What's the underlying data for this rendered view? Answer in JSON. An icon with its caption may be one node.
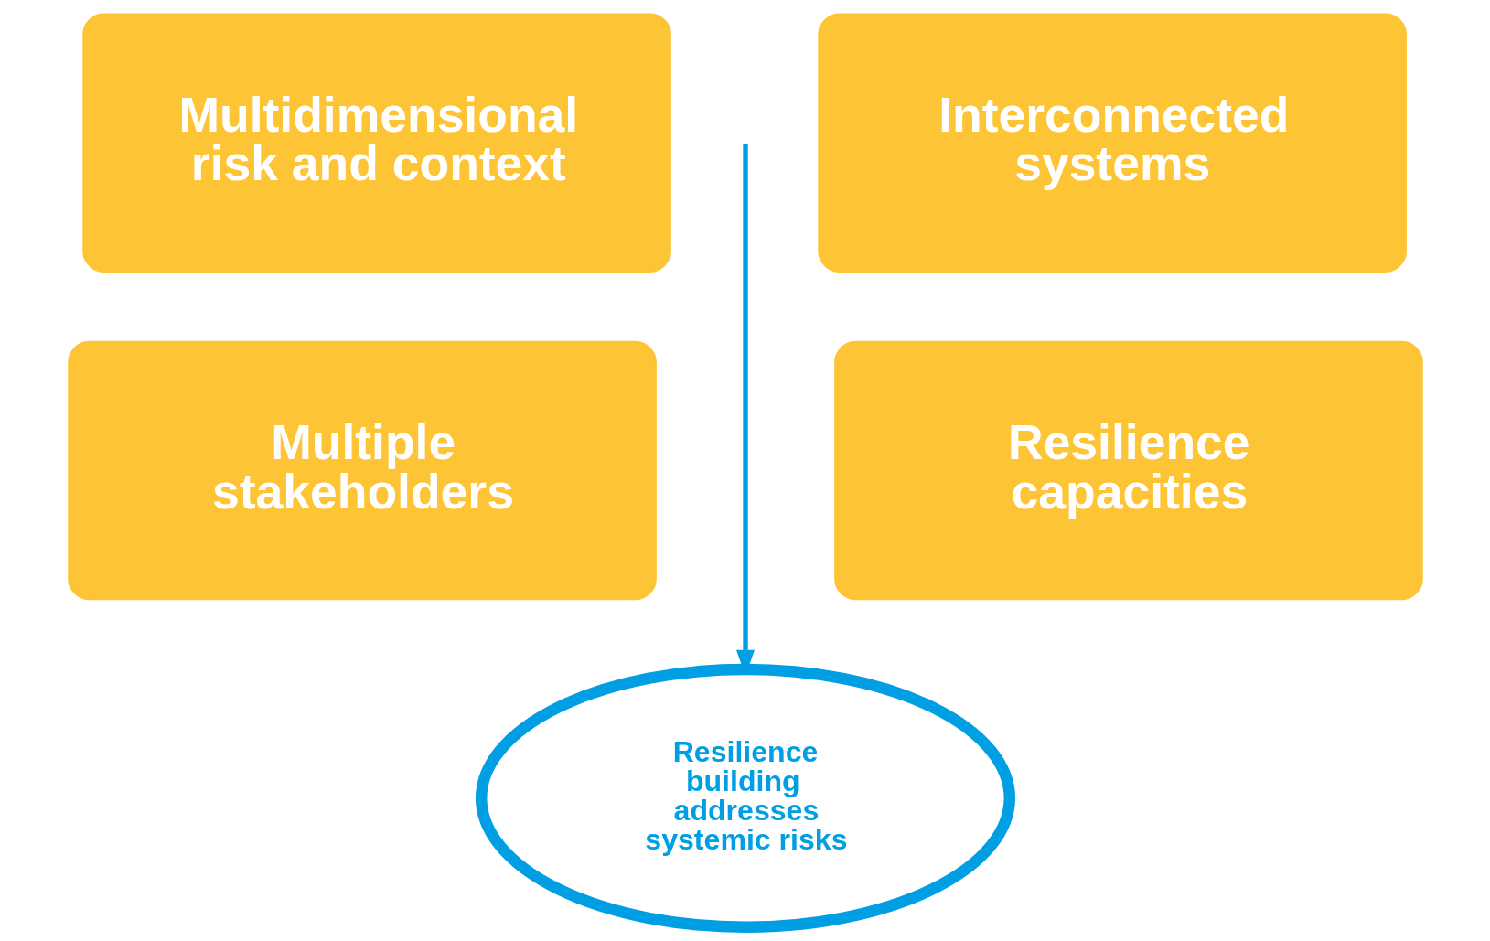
{
  "diagram": {
    "nodes": [
      {
        "text": [
          "Multidimensional risk and context"
        ]
      },
      {
        "text": [
          "Interconnected systems"
        ]
      },
      {
        "text": [
          "Multiple stakeholders"
        ]
      },
      {
        "text": [
          "Resilience capacities"
        ]
      },
      {
        "text": [
          "Resilience building addresses systemic risks"
        ]
      }
    ],
    "edges": [
      {
        "from": null,
        "to": 4,
        "arrow": "to",
        "color": "#009fe3"
      }
    ]
  }
}
